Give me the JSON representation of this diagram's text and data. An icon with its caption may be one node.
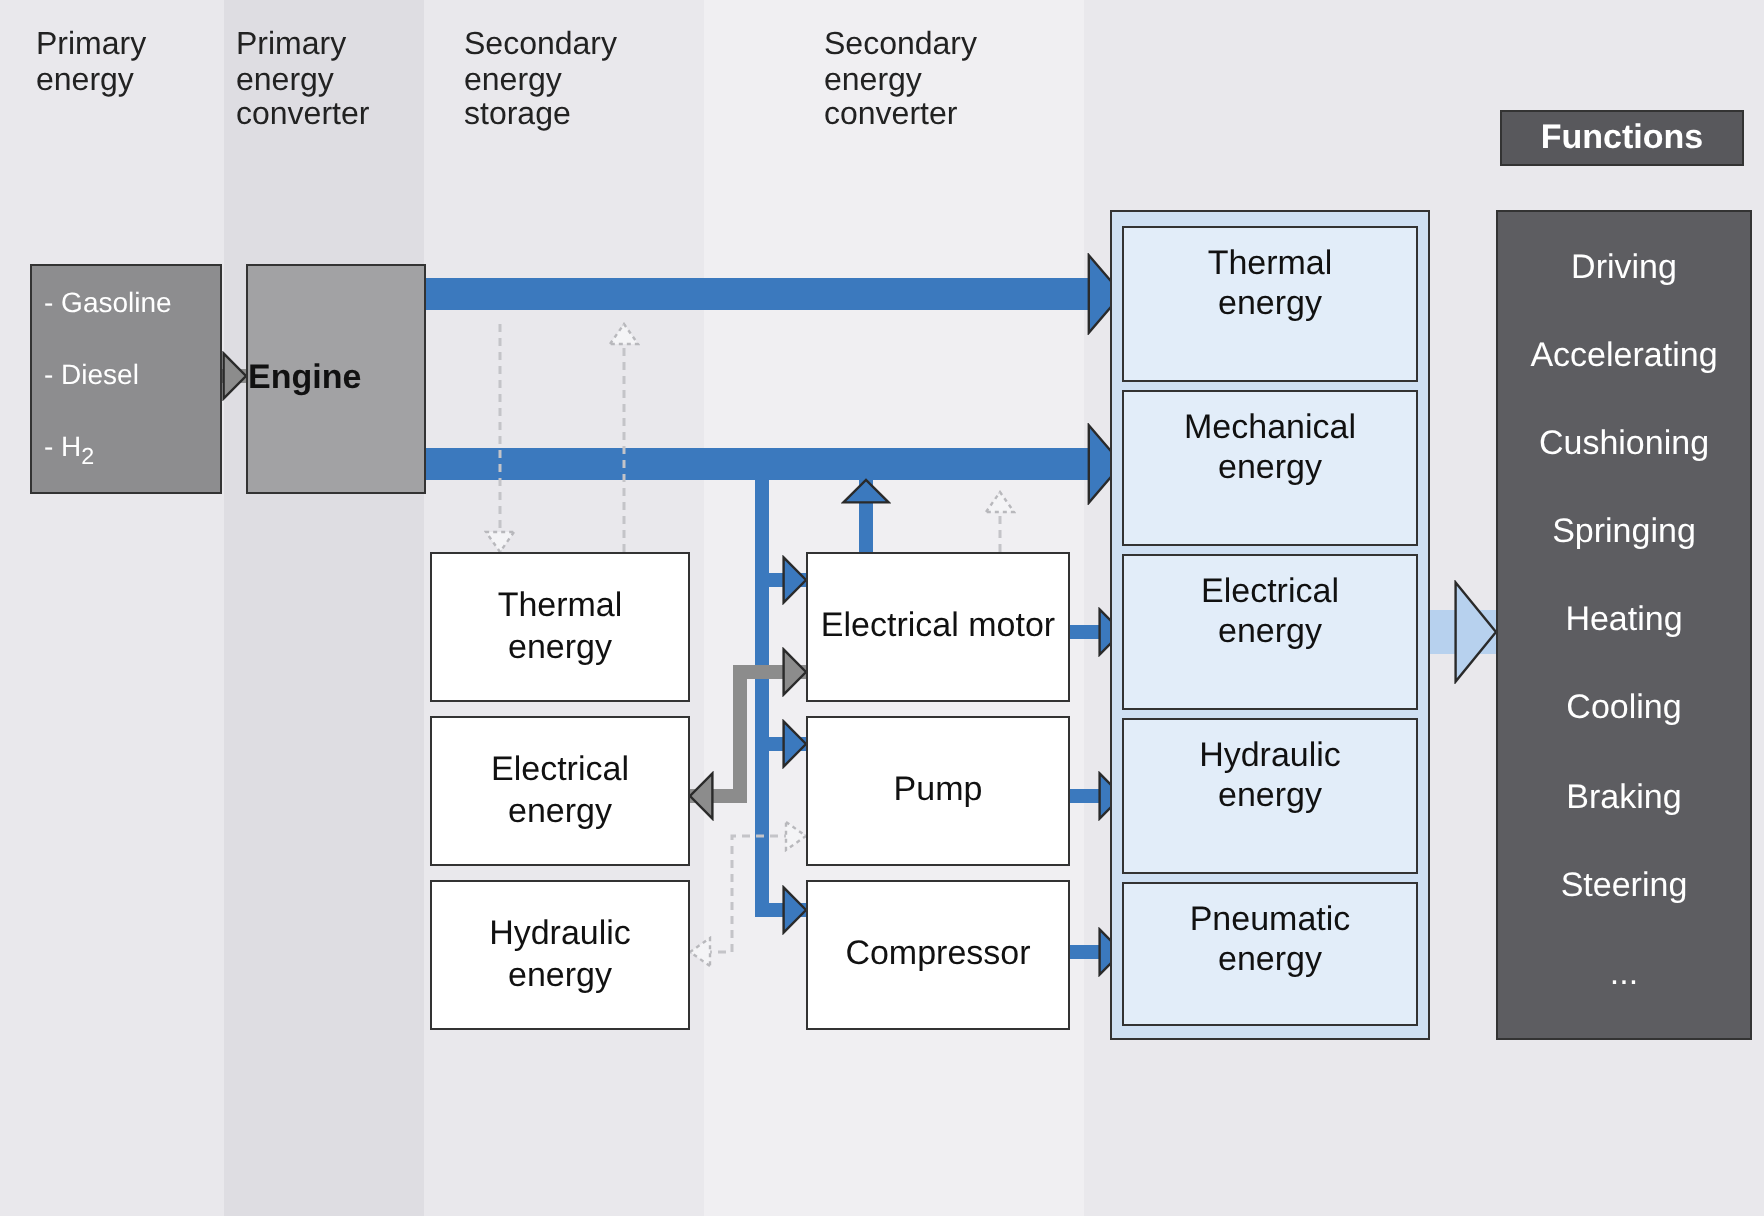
{
  "diagram": {
    "nodes": [
      {
        "text": [
          "- Gasoline",
          "- Diesel",
          "- H$_{2}$"
        ]
      },
      {
        "text": [
          "Engine"
        ]
      },
      {
        "text": [
          "Thermal energy"
        ]
      },
      {
        "text": [
          "Electrical energy"
        ]
      },
      {
        "text": [
          "Hydraulic energy"
        ]
      },
      {
        "text": [
          "Electrical motor"
        ]
      },
      {
        "text": [
          "Pump"
        ]
      },
      {
        "text": [
          "Compressor"
        ]
      },
      {
        "text": [],
        "shape": "box"
      },
      {
        "text": [
          "Thermal energy"
        ],
        "in": 8
      },
      {
        "text": [
          "Mechanical energy"
        ],
        "in": 8
      },
      {
        "text": [
          "Electrical energy"
        ],
        "in": 8
      },
      {
        "text": [
          "Hydraulic energy"
        ],
        "in": 8
      },
      {
        "text": [
          "Pneumatic energy"
        ],
        "in": 8
      },
      {
        "text": [
          "Functions"
        ]
      },
      {
        "text": [
          "Driving",
          "Accelerating",
          "Cushioning",
          "Springing",
          "Heating",
          "Cooling",
          "Braking",
          "Steering",
          "..."
        ]
      }
    ],
    "edges": [
      {
        "from": 0,
        "to": 1,
        "arrow": "to",
        "color": "#8c8c8c"
      },
      {
        "from": 1,
        "to": 9,
        "arrow": "to",
        "style": "thick"
      },
      {
        "from": 1,
        "to": 10,
        "arrow": "to",
        "style": "thick"
      },
      {
        "from": 1,
        "to": 5,
        "arrow": "to"
      },
      {
        "from": 1,
        "to": 6,
        "arrow": "to"
      },
      {
        "from": 1,
        "to": 7,
        "arrow": "to"
      },
      {
        "from": 5,
        "to": null,
        "arrow": "to"
      },
      {
        "from": 5,
        "to": 11,
        "arrow": "to"
      },
      {
        "from": 6,
        "to": 12,
        "arrow": "to"
      },
      {
        "from": 7,
        "to": 13,
        "arrow": "to"
      },
      {
        "from": 3,
        "to": 5,
        "arrow": "both",
        "color": "#8c8c8c"
      },
      {
        "from": null,
        "to": 2,
        "arrow": "to",
        "style": "dashed",
        "color": "#d4d4d8"
      },
      {
        "from": 2,
        "to": null,
        "arrow": "to",
        "style": "dashed",
        "color": "#d4d4d8"
      },
      {
        "from": 5,
        "to": null,
        "arrow": "to",
        "style": "dashed",
        "color": "#d4d4d8"
      },
      {
        "from": 4,
        "to": 6,
        "arrow": "both",
        "style": "dashed",
        "color": "#d4d4d8"
      },
      {
        "from": 8,
        "to": 15,
        "arrow": "to",
        "style": "thick",
        "color": "#b7d1ee"
      }
    ],
    "labels": [
      "Primary energy",
      "Primary energy converter",
      "Secondary energy storage",
      "Secondary energy converter"
    ]
  }
}
